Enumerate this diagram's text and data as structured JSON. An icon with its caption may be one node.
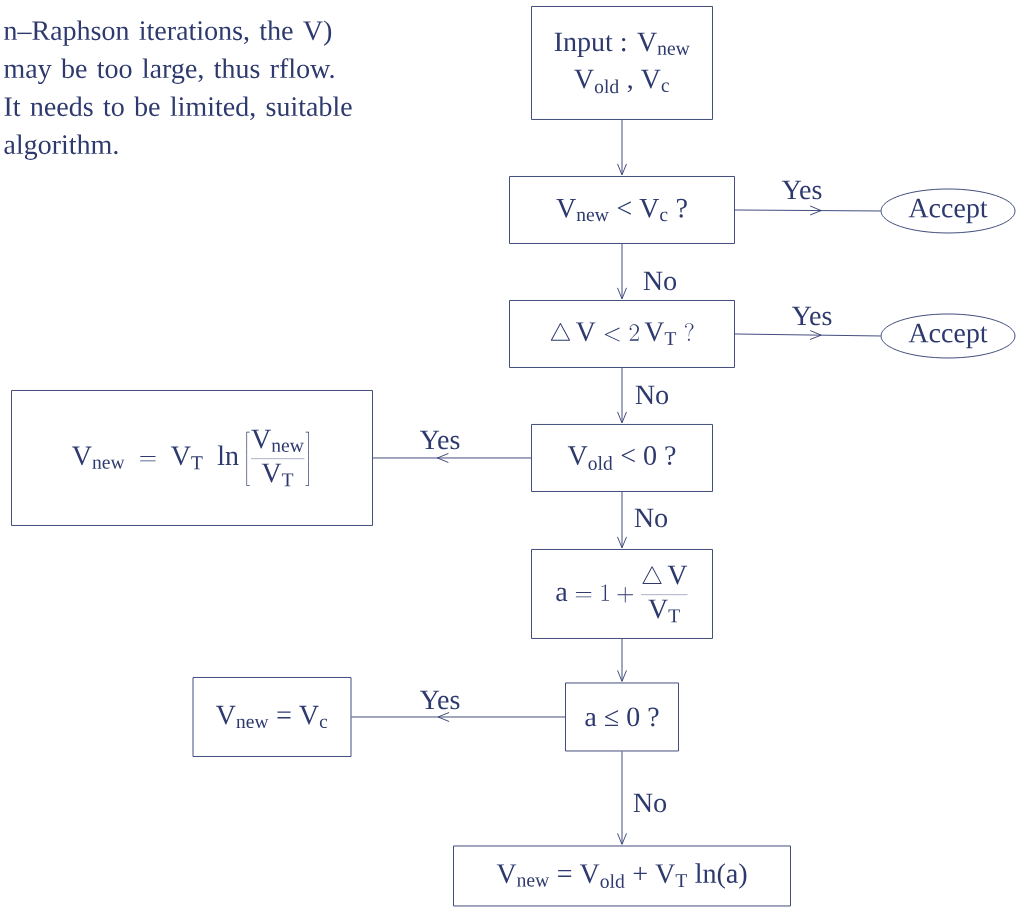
{
  "diagram": {
    "nodes": [
      {
        "text": [
          "Input : V$_{new}$",
          "V$_{old}$ , V$_{c}$"
        ]
      },
      {
        "text": [
          "V$_{new}$ < V$_{c}$ ?"
        ]
      },
      {
        "text": [
          "Accept"
        ]
      },
      {
        "text": [
          "\\triangle\\,\\mathrm{V} < 2\\,\\mathrm{V}_{\\mathrm{T}}\\ ?"
        ]
      },
      {
        "text": [
          "Accept"
        ]
      },
      {
        "text": [
          "V$_{old}$ < 0 ?"
        ]
      },
      {
        "text": [
          "\\mathrm{V}_{\\mathrm{new}} \\;=\\; \\mathrm{V}_{\\mathrm{T}}\\;\\; \\mathrm{ln}\\left[\\frac{\\mathrm{V}_{\\mathrm{new}}}{\\mathrm{V}_{\\mathrm{T}}}\\right]"
        ]
      },
      {
        "text": [
          "\\mathrm{a} = 1 + \\frac{\\triangle\\,\\mathrm{V}}{\\mathrm{V}_{\\mathrm{T}}}"
        ]
      },
      {
        "text": [
          "a ≤ 0 ?"
        ]
      },
      {
        "text": [
          "V$_{new}$ = V$_{c}$"
        ]
      },
      {
        "text": [
          "V$_{new}$ = V$_{old}$ + V$_{T}$ ln(a)"
        ]
      }
    ],
    "edges": [
      {
        "from": 0,
        "to": 1,
        "arrow": "to"
      },
      {
        "from": 1,
        "to": 2,
        "arrow": "to",
        "label": "Yes"
      },
      {
        "from": 1,
        "to": 3,
        "arrow": "to",
        "label": "No"
      },
      {
        "from": 3,
        "to": 4,
        "arrow": "to",
        "label": "Yes"
      },
      {
        "from": 3,
        "to": 5,
        "arrow": "to",
        "label": "No"
      },
      {
        "from": 5,
        "to": 6,
        "arrow": "to",
        "label": "Yes"
      },
      {
        "from": 5,
        "to": 7,
        "arrow": "to",
        "label": "No"
      },
      {
        "from": 7,
        "to": 8,
        "arrow": "to"
      },
      {
        "from": 8,
        "to": 9,
        "arrow": "to",
        "label": "Yes"
      },
      {
        "from": 8,
        "to": 10,
        "arrow": "to",
        "label": "No"
      }
    ],
    "labels": [
      "n–Raphson iterations, the V) may be too large, thus rflow. It needs to be limited, suitable algorithm."
    ]
  }
}
